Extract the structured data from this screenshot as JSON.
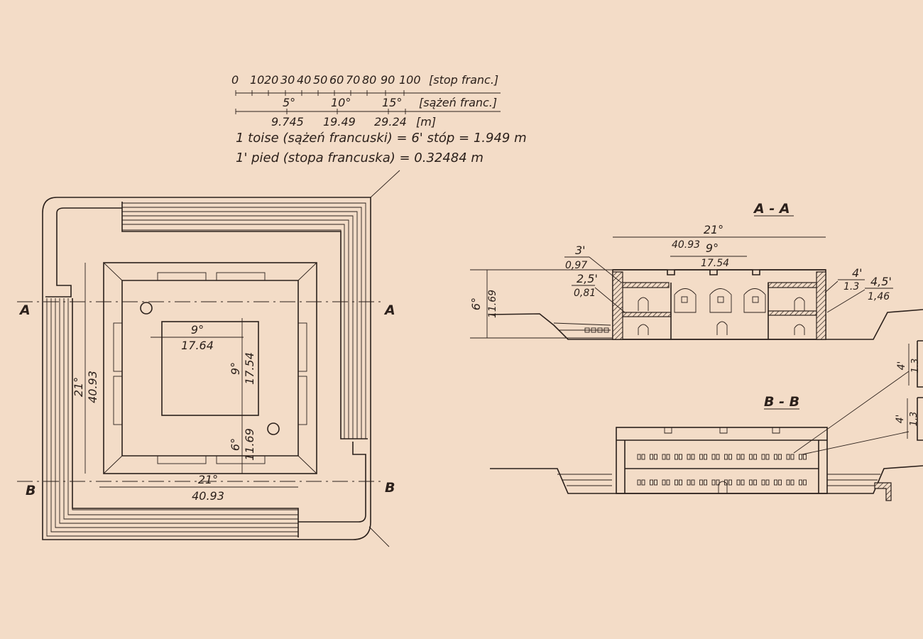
{
  "scale": {
    "feet_ticks": [
      "0",
      "10",
      "20",
      "30",
      "40",
      "50",
      "60",
      "70",
      "80",
      "90",
      "100"
    ],
    "feet_unit": "[stop franc.]",
    "toise_ticks": [
      "5°",
      "10°",
      "15°"
    ],
    "toise_unit": "[sążeń franc.]",
    "meter_ticks": [
      "9.745",
      "19.49",
      "29.24"
    ],
    "meter_unit": "[m]",
    "note_toise": "1 toise (sążeń francuski) = 6' stóp = 1.949 m",
    "note_pied": "1' pied (stopa francuska) = 0.32484 m"
  },
  "plan": {
    "section_a": "A",
    "section_b": "B",
    "overall_toise": "21°",
    "overall_m": "40.93",
    "court_w_toise": "9°",
    "court_w_m": "17.64",
    "court_h_toise": "9°",
    "court_h_m": "17.54",
    "offset_toise": "6°",
    "offset_m": "11.69",
    "bottom_toise": "21°",
    "bottom_m": "40.93"
  },
  "section_aa": {
    "title": "A - A",
    "overall_toise": "21°",
    "overall_m": "40.93",
    "court_toise": "9°",
    "court_m": "17.54",
    "height_toise": "6°",
    "height_m": "11.69",
    "wall_top_ft": "3'",
    "wall_top_m": "0,97",
    "floor_ft": "2,5'",
    "floor_m": "0,81",
    "right_wall_ft": "4'",
    "right_wall_m": "1.3",
    "right_base_ft": "4,5'",
    "right_base_m": "1,46"
  },
  "section_bb": {
    "title": "B - B",
    "upper_ft": "4'",
    "upper_m": "1.3",
    "lower_ft": "4'",
    "lower_m": "1,3"
  }
}
